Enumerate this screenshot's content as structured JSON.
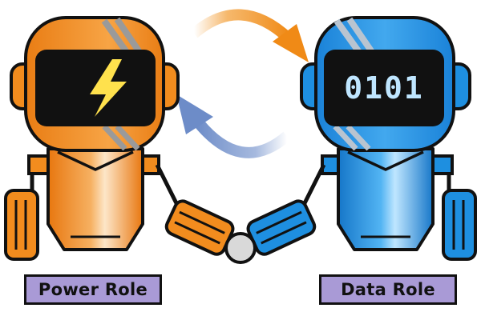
{
  "labels": {
    "power_role": "Power Role",
    "data_role": "Data Role"
  },
  "screens": {
    "power_icon": "lightning-bolt",
    "data_text": "0101"
  },
  "colors": {
    "power_orange": "#f28c1e",
    "data_blue": "#1e8fe0",
    "label_purple": "#a99ad6",
    "arrow_orange": "#f29a2e",
    "arrow_blue": "#7f9bd0",
    "bolt_yellow": "#ffe14d",
    "data_text": "#bfe6ff"
  }
}
